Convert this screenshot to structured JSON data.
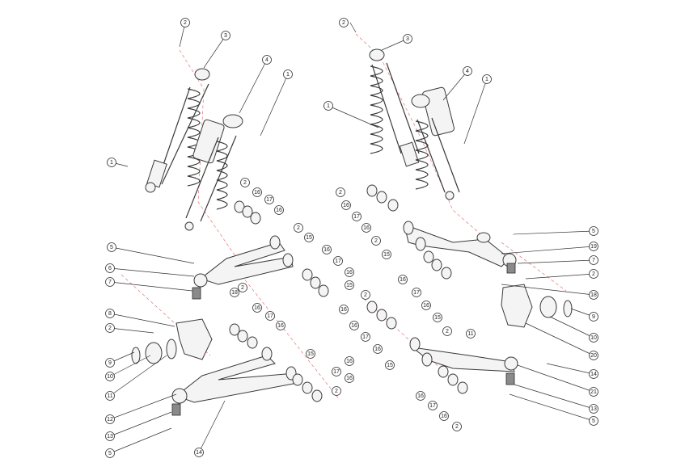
{
  "callouts": [
    {
      "id": "c1",
      "label": "2"
    },
    {
      "id": "c2",
      "label": "3"
    },
    {
      "id": "c3",
      "label": "4"
    },
    {
      "id": "c4",
      "label": "1"
    },
    {
      "id": "c5",
      "label": "1"
    },
    {
      "id": "c6",
      "label": "2"
    },
    {
      "id": "c7",
      "label": "16"
    },
    {
      "id": "c8",
      "label": "17"
    },
    {
      "id": "c9",
      "label": "16"
    },
    {
      "id": "c10",
      "label": "2"
    },
    {
      "id": "c11",
      "label": "15"
    },
    {
      "id": "c12",
      "label": "16"
    },
    {
      "id": "c13",
      "label": "17"
    },
    {
      "id": "c14",
      "label": "16"
    },
    {
      "id": "c15",
      "label": "15"
    },
    {
      "id": "c16",
      "label": "5"
    },
    {
      "id": "c17",
      "label": "6"
    },
    {
      "id": "c18",
      "label": "7"
    },
    {
      "id": "c19",
      "label": "18"
    },
    {
      "id": "c20",
      "label": "2"
    },
    {
      "id": "c21",
      "label": "16"
    },
    {
      "id": "c22",
      "label": "17"
    },
    {
      "id": "c23",
      "label": "16"
    },
    {
      "id": "c24",
      "label": "15"
    },
    {
      "id": "c25",
      "label": "8"
    },
    {
      "id": "c26",
      "label": "2"
    },
    {
      "id": "c27",
      "label": "9"
    },
    {
      "id": "c28",
      "label": "10"
    },
    {
      "id": "c29",
      "label": "11"
    },
    {
      "id": "c30",
      "label": "16"
    },
    {
      "id": "c31",
      "label": "17"
    },
    {
      "id": "c32",
      "label": "16"
    },
    {
      "id": "c33",
      "label": "2"
    },
    {
      "id": "c34",
      "label": "12"
    },
    {
      "id": "c35",
      "label": "13"
    },
    {
      "id": "c36",
      "label": "5"
    },
    {
      "id": "c37",
      "label": "14"
    },
    {
      "id": "c38",
      "label": "2"
    },
    {
      "id": "c39",
      "label": "3"
    },
    {
      "id": "c40",
      "label": "4"
    },
    {
      "id": "c41",
      "label": "1"
    },
    {
      "id": "c42",
      "label": "1"
    },
    {
      "id": "c43",
      "label": "2"
    },
    {
      "id": "c44",
      "label": "16"
    },
    {
      "id": "c45",
      "label": "17"
    },
    {
      "id": "c46",
      "label": "16"
    },
    {
      "id": "c47",
      "label": "2"
    },
    {
      "id": "c48",
      "label": "15"
    },
    {
      "id": "c49",
      "label": "16"
    },
    {
      "id": "c50",
      "label": "17"
    },
    {
      "id": "c51",
      "label": "16"
    },
    {
      "id": "c52",
      "label": "15"
    },
    {
      "id": "c53",
      "label": "5"
    },
    {
      "id": "c54",
      "label": "19"
    },
    {
      "id": "c55",
      "label": "7"
    },
    {
      "id": "c56",
      "label": "2"
    },
    {
      "id": "c57",
      "label": "18"
    },
    {
      "id": "c58",
      "label": "9"
    },
    {
      "id": "c59",
      "label": "10"
    },
    {
      "id": "c60",
      "label": "20"
    },
    {
      "id": "c61",
      "label": "2"
    },
    {
      "id": "c62",
      "label": "11"
    },
    {
      "id": "c63",
      "label": "2"
    },
    {
      "id": "c64",
      "label": "16"
    },
    {
      "id": "c65",
      "label": "16"
    },
    {
      "id": "c66",
      "label": "17"
    },
    {
      "id": "c67",
      "label": "16"
    },
    {
      "id": "c68",
      "label": "15"
    },
    {
      "id": "c69",
      "label": "14"
    },
    {
      "id": "c70",
      "label": "21"
    },
    {
      "id": "c71",
      "label": "13"
    },
    {
      "id": "c72",
      "label": "5"
    },
    {
      "id": "c73",
      "label": "16"
    },
    {
      "id": "c74",
      "label": "17"
    },
    {
      "id": "c75",
      "label": "16"
    },
    {
      "id": "c76",
      "label": "2"
    }
  ]
}
